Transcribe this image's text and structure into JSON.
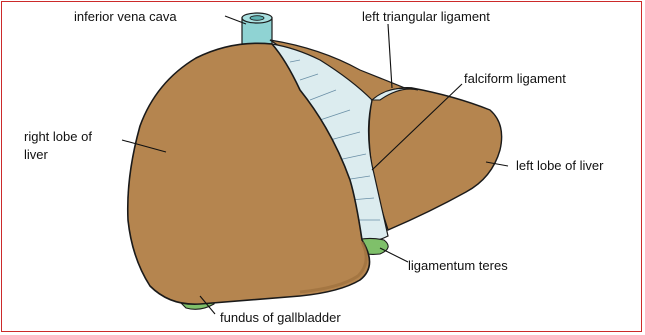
{
  "diagram": {
    "labels": {
      "inferior_vena_cava": "inferior vena cava",
      "left_triangular_ligament": "left triangular ligament",
      "falciform_ligament": "falciform ligament",
      "right_lobe_line1": "right lobe of",
      "right_lobe_line2": "liver",
      "left_lobe": "left lobe of liver",
      "ligamentum_teres": "ligamentum teres",
      "fundus_gallbladder": "fundus of gallbladder"
    },
    "colors": {
      "frame": "#cc2a2a",
      "liver": "#b5854f",
      "liver_shade": "#9a6c3b",
      "vena_cava": "#8fd3d3",
      "ligament": "#dcecef",
      "gallbladder": "#7fc06a",
      "outline": "#1a1a1a"
    }
  }
}
